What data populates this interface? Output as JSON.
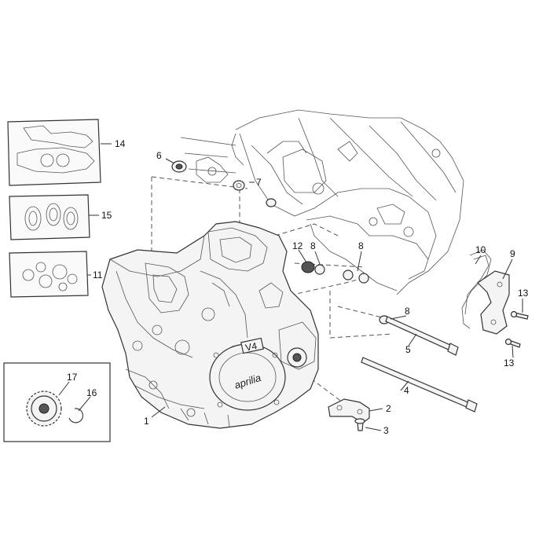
{
  "brand": "aprilia",
  "engine_mark": "V4",
  "callouts": {
    "c1": "1",
    "c2": "2",
    "c3": "3",
    "c4": "4",
    "c5": "5",
    "c6": "6",
    "c7": "7",
    "c8a": "8",
    "c8b": "8",
    "c8c": "8",
    "c9": "9",
    "c10": "10",
    "c11": "11",
    "c12": "12",
    "c13a": "13",
    "c13b": "13",
    "c14": "14",
    "c15": "15",
    "c16": "16",
    "c17": "17"
  }
}
